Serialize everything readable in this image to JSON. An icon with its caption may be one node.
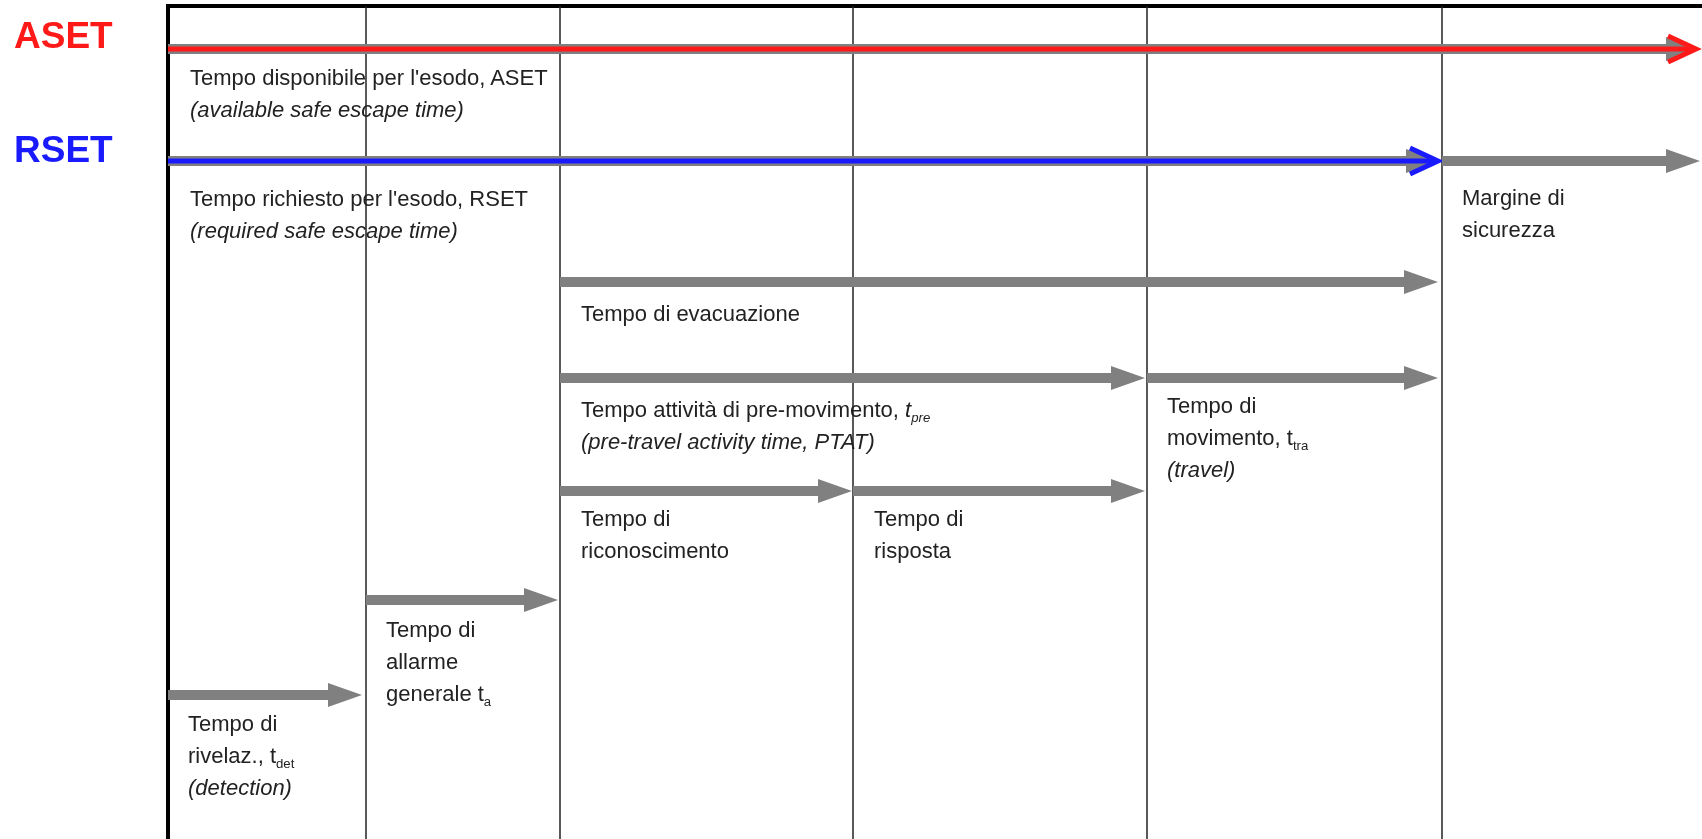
{
  "diagram": {
    "labels": [
      "ASET",
      "Tempo disponibile per l'esodo, ASET",
      "(available safe escape time)",
      "RSET",
      "Tempo richiesto per l'esodo, RSET",
      "(required safe escape time)",
      "Margine di sicurezza",
      "Tempo di evacuazione",
      "Tempo attività di pre-movimento, *t*$_{pre}$",
      "(pre-travel activity time, PTAT)",
      "Tempo di movimento, t$_{tra}$",
      "(travel)",
      "Tempo di riconoscimento",
      "Tempo di risposta",
      "Tempo di allarme generale t$_{a}$",
      "Tempo di rivelaz., t$_{det}$",
      "(detection)"
    ]
  }
}
